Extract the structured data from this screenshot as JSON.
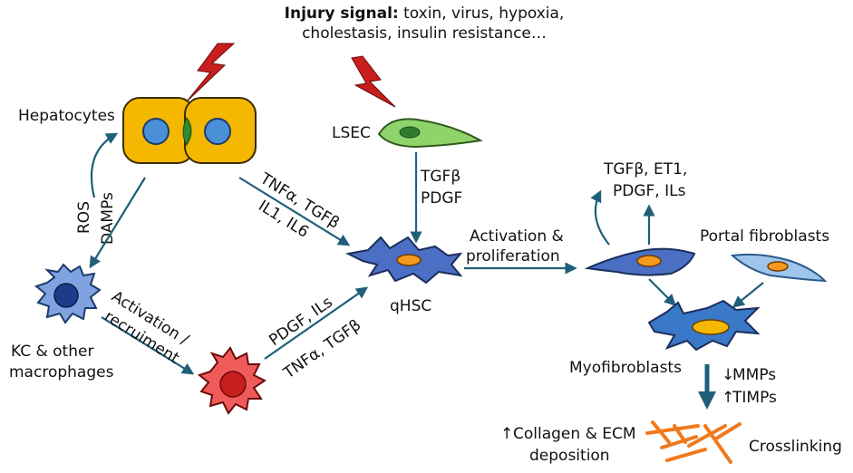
{
  "header": {
    "injury_bold": "Injury signal:",
    "injury_rest": " toxin, virus, hypoxia,",
    "injury_line2": "cholestasis, insulin resistance…"
  },
  "cells": {
    "hepatocytes": "Hepatocytes",
    "lsec": "LSEC",
    "qhsc": "qHSC",
    "kc_line1": "KC & other",
    "kc_line2": "macrophages",
    "portal_fibroblasts": "Portal fibroblasts",
    "myofibroblasts": "Myofibroblasts"
  },
  "signals": {
    "ros": "ROS",
    "damps": "DAMPs",
    "tnfa_tgfb_top": "TNFα, TGFβ",
    "il1_il6": "IL1, IL6",
    "tgfb": "TGFβ",
    "pdgf": "PDGF",
    "activation_recruit_1": "Activation /",
    "activation_recruit_2": "recruiment",
    "pdgf_ils": "PDGF, ILs",
    "tnfa_tgfb_bottom": "TNFα, TGFβ",
    "activation_prolif_1": "Activation &",
    "activation_prolif_2": "proliferation",
    "autocrine_1": "TGFβ, ET1,",
    "autocrine_2": "PDGF, ILs",
    "mmps": "MMPs",
    "timps": "TIMPs",
    "collagen_1": "Collagen & ECM",
    "collagen_2": "deposition",
    "crosslinking": "Crosslinking"
  },
  "colors": {
    "arrow": "#1f5f7a",
    "hepatocyte_fill": "#f5b800",
    "nucleus_blue": "#4a90d9",
    "lsec_fill": "#8fd46a",
    "hsc_fill": "#4a6fc4",
    "macrophage_fill": "#7fa3e0",
    "activated_macrophage_fill": "#ef5b5b",
    "lightning": "#c81e1e",
    "collagen": "#f07a1e"
  }
}
